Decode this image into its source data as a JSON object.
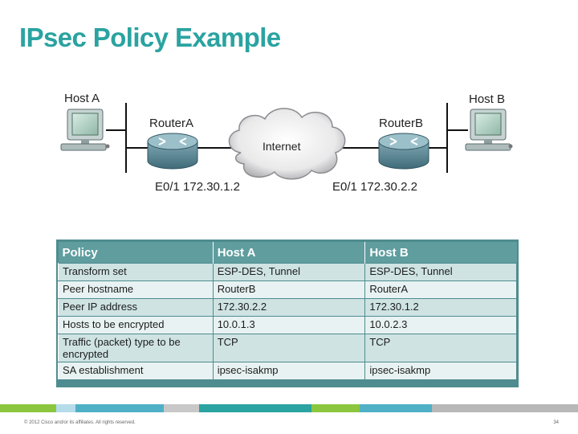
{
  "title": "IPsec Policy Example",
  "diagram": {
    "host_a": "Host A",
    "host_b": "Host B",
    "router_a": "RouterA",
    "router_b": "RouterB",
    "cloud": "Internet",
    "if_a": "E0/1 172.30.1.2",
    "if_b": "E0/1 172.30.2.2"
  },
  "table": {
    "headers": [
      "Policy",
      "Host A",
      "Host B"
    ],
    "rows": [
      [
        "Transform set",
        "ESP-DES, Tunnel",
        "ESP-DES, Tunnel"
      ],
      [
        "Peer hostname",
        "RouterB",
        "RouterA"
      ],
      [
        "Peer IP address",
        "172.30.2.2",
        "172.30.1.2"
      ],
      [
        "Hosts to be encrypted",
        "10.0.1.3",
        "10.0.2.3"
      ],
      [
        "Traffic (packet) type to be encrypted",
        "TCP",
        "TCP"
      ],
      [
        "SA establishment",
        "ipsec-isakmp",
        "ipsec-isakmp"
      ]
    ]
  },
  "footer": {
    "copyright": "© 2012 Cisco and/or its affiliates. All rights reserved.",
    "page": "34"
  },
  "colors": {
    "title": "#2aa3a1",
    "header": "#5f9d9f",
    "row_a": "#cfe3e3",
    "row_b": "#e8f2f2"
  }
}
